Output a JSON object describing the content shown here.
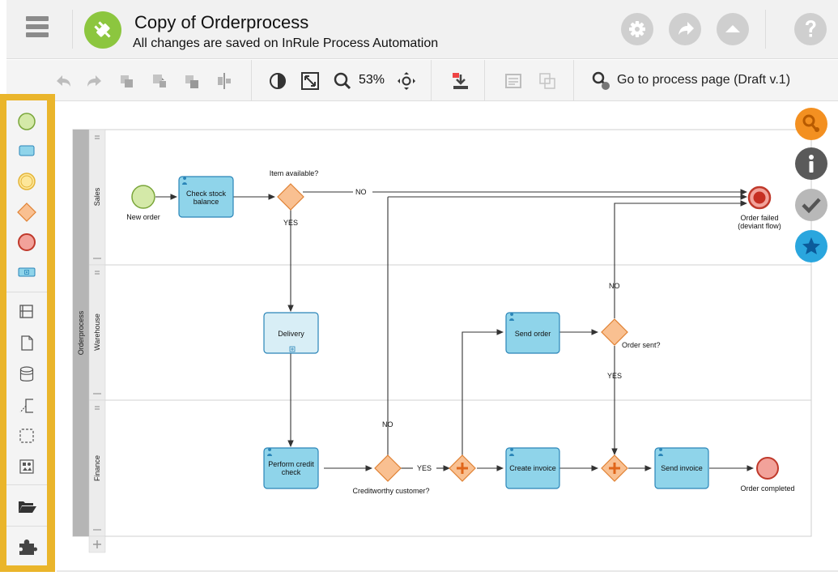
{
  "header": {
    "title": "Copy of Orderprocess",
    "status": "All changes are saved on InRule Process Automation",
    "icons": [
      "menu-icon",
      "plug-logo-icon",
      "gear-icon",
      "share-icon",
      "chevron-up-icon",
      "help-icon"
    ]
  },
  "toolbar": {
    "zoom": "53%",
    "go_to_process": "Go to process page (Draft v.1)",
    "icons": [
      "undo-icon",
      "redo-icon",
      "copy-icon",
      "paste-icon",
      "duplicate-icon",
      "align-icon",
      "contrast-icon",
      "fit-screen-icon",
      "zoom-icon",
      "pan-icon",
      "export-icon",
      "notes-icon",
      "layers-icon",
      "process-page-icon"
    ]
  },
  "palette": {
    "items": [
      "start-event",
      "task",
      "intermediate-event",
      "gateway",
      "end-event",
      "subprocess",
      "lane",
      "data-object",
      "data-store",
      "annotation",
      "group",
      "image",
      "open-folder",
      "extensions"
    ]
  },
  "diagram": {
    "pool": "Orderprocess",
    "lanes": [
      "Sales",
      "Warehouse",
      "Finance"
    ],
    "nodes": {
      "new_order": "New order",
      "check_stock_line1": "Check stock",
      "check_stock_line2": "balance",
      "item_available": "Item available?",
      "delivery": "Delivery",
      "perform_credit_line1": "Perform credit",
      "perform_credit_line2": "check",
      "creditworthy": "Creditworthy customer?",
      "send_order": "Send order",
      "order_sent": "Order sent?",
      "create_invoice": "Create invoice",
      "send_invoice": "Send invoice",
      "order_completed": "Order completed",
      "order_failed_line1": "Order failed",
      "order_failed_line2": "(deviant flow)"
    },
    "flow_labels": {
      "no1": "NO",
      "yes1": "YES",
      "no2": "NO",
      "yes2": "YES",
      "no3": "NO",
      "yes3": "YES"
    }
  },
  "side_buttons": [
    "search-icon",
    "info-icon",
    "check-icon",
    "star-icon"
  ],
  "colors": {
    "task_fill": "#8fd4ea",
    "task_stroke": "#2a85b8",
    "gateway_fill": "#f9c091",
    "gateway_stroke": "#e08133",
    "start_fill": "#d4e9a8",
    "end_fill": "#f2a29a",
    "palette_highlight": "#eab52b"
  }
}
